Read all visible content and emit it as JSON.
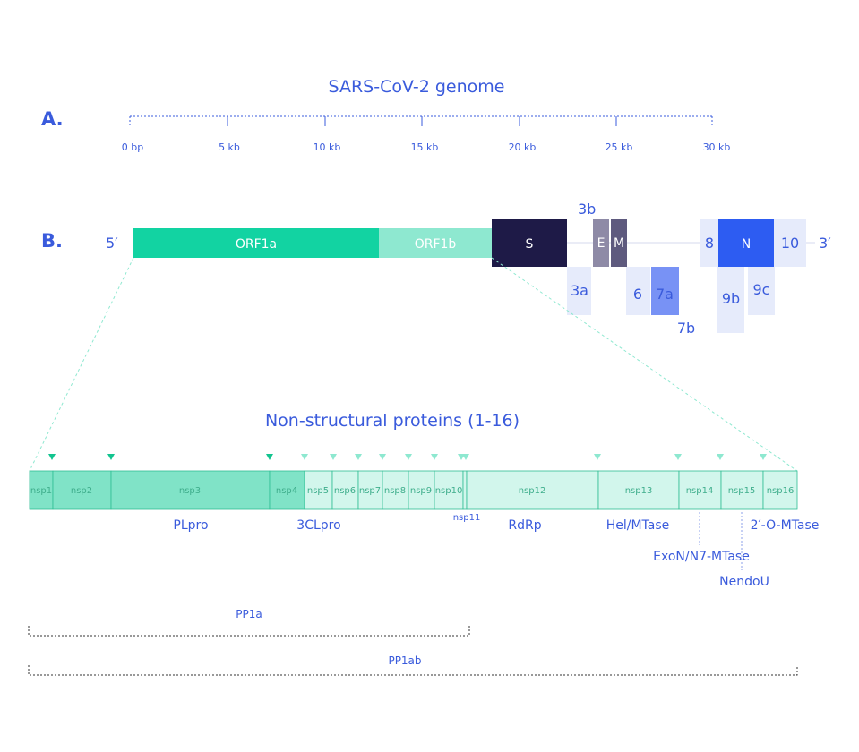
{
  "title": "SARS-CoV-2 genome",
  "sections": {
    "a": "A.",
    "b": "B."
  },
  "scale_ticks": [
    "0 bp",
    "5 kb",
    "10 kb",
    "15 kb",
    "20 kb",
    "25 kb",
    "30 kb"
  ],
  "genome": {
    "five_prime": "5′",
    "three_prime": "3′",
    "orf1a": "ORF1a",
    "orf1b": "ORF1b",
    "s": "S",
    "e": "E",
    "m": "M",
    "orf3b": "3b",
    "orf3a": "3a",
    "orf6": "6",
    "orf7a": "7a",
    "orf7b": "7b",
    "orf8": "8",
    "n": "N",
    "orf9b": "9b",
    "orf9c": "9c",
    "orf10": "10"
  },
  "nsp_title": "Non-structural proteins (1-16)",
  "nsps": [
    "nsp1",
    "nsp2",
    "nsp3",
    "nsp4",
    "nsp5",
    "nsp6",
    "nsp7",
    "nsp8",
    "nsp9",
    "nsp10",
    "nsp11",
    "nsp12",
    "nsp13",
    "nsp14",
    "nsp15",
    "nsp16"
  ],
  "functions": {
    "plpro": "PLpro",
    "clpro": "3CLpro",
    "rdrp": "RdRp",
    "hel": "Hel/MTase",
    "exon": "ExoN/N7-MTase",
    "nendou": "NendoU",
    "omtase": "2′-O-MTase"
  },
  "polyproteins": {
    "pp1a": "PP1a",
    "pp1ab": "PP1ab"
  },
  "colors": {
    "text": "#3a5bdc",
    "orf1a": "#12d3a2",
    "orf1b": "#8ee8d0",
    "s": "#1e1a47",
    "e": "#8e8aa6",
    "m": "#5e5a7e",
    "n": "#2d5cf2",
    "accessory_light": "#e6ebfb",
    "accessory_mid": "#7892f5",
    "nsp_dark": "#80e3c7",
    "nsp_light": "#d2f6ec",
    "nsp_stroke": "#2ebd93"
  }
}
